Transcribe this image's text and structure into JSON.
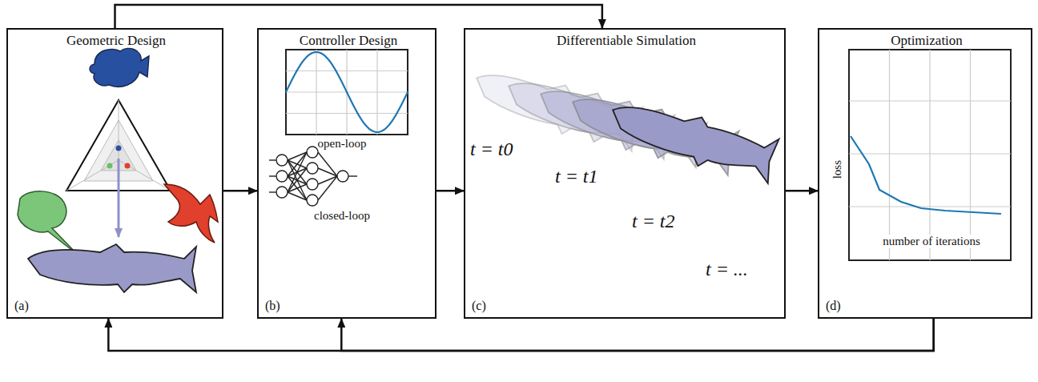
{
  "diagram": {
    "nodes": [
      {
        "text": [
          "Geometric Design",
          "(a)"
        ]
      },
      {
        "text": [
          "Controller Design",
          "open-loop",
          "closed-loop",
          "(b)"
        ]
      },
      {
        "text": [
          "Differentiable Simulation",
          "t = t0",
          "t = t1",
          "t = t2",
          "t = ...",
          "(c)"
        ]
      },
      {
        "text": [
          "Optimization",
          "loss",
          "number of iterations",
          "(d)"
        ]
      }
    ],
    "edges": [
      {
        "from": 0,
        "to": 1,
        "arrow": "to"
      },
      {
        "from": 1,
        "to": 2,
        "arrow": "to"
      },
      {
        "from": 2,
        "to": 3,
        "arrow": "to"
      },
      {
        "from": 0,
        "to": 2,
        "arrow": "to"
      },
      {
        "from": 3,
        "to": 0,
        "arrow": "to"
      },
      {
        "from": 3,
        "to": 1,
        "arrow": "to"
      }
    ]
  }
}
